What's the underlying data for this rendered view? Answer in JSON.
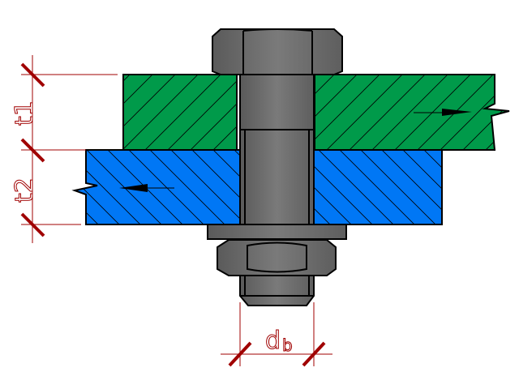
{
  "labels": {
    "t1": "t1",
    "t2": "t2",
    "db_main": "d",
    "db_sub": "b"
  },
  "colors": {
    "top_plate": "#009a4a",
    "bottom_plate": "#0077f5",
    "bolt": "#6e6e6e",
    "dimension": "#a00000"
  }
}
